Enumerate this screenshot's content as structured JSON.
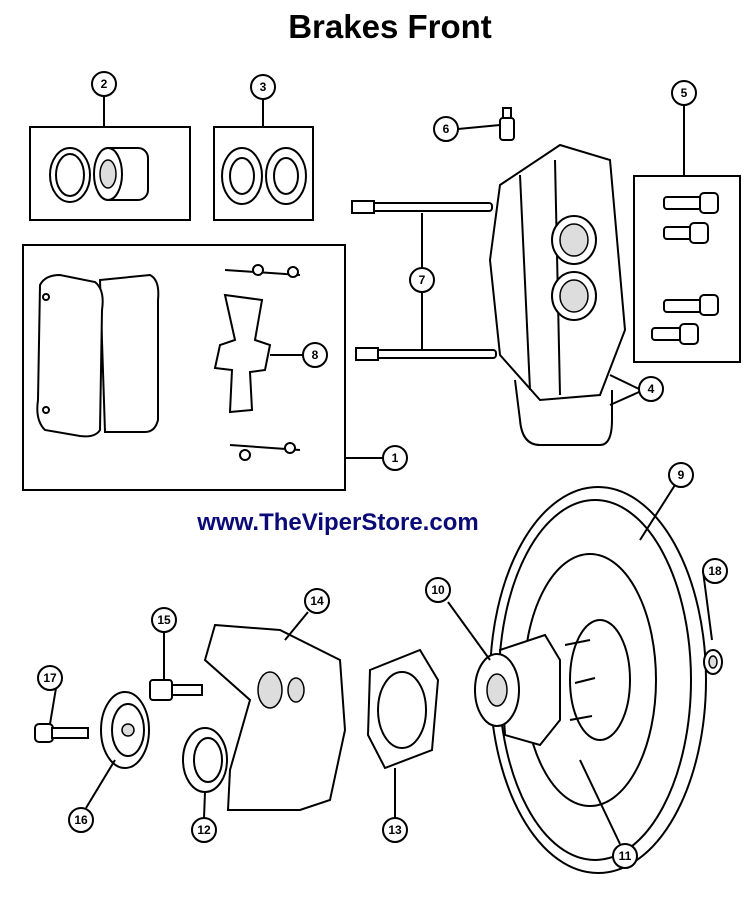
{
  "title": "Brakes Front",
  "website": "www.TheViperStore.com",
  "callouts": [
    "1",
    "2",
    "3",
    "4",
    "5",
    "6",
    "7",
    "8",
    "9",
    "10",
    "11",
    "12",
    "13",
    "14",
    "15",
    "16",
    "17",
    "18"
  ]
}
